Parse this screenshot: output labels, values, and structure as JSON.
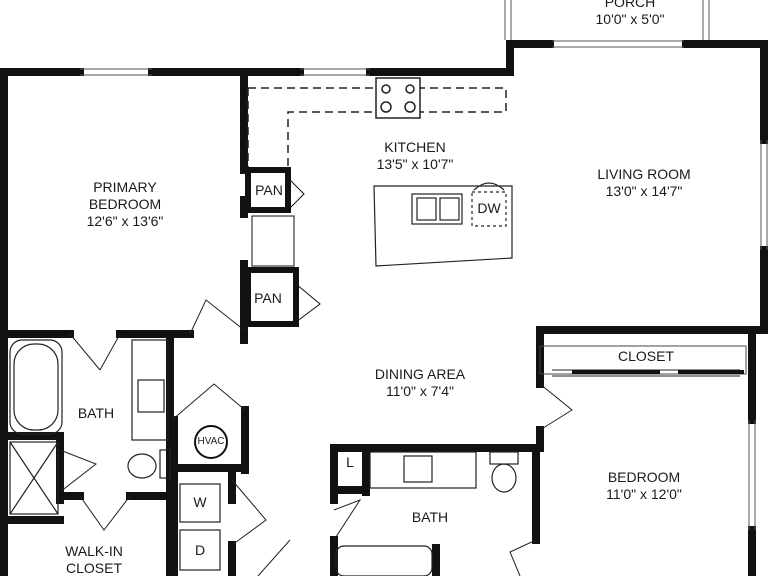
{
  "rooms": {
    "porch": {
      "name": "PORCH",
      "dims": "10'0\" x 5'0\""
    },
    "primary": {
      "name1": "PRIMARY",
      "name2": "BEDROOM",
      "dims": "12'6\" x 13'6\""
    },
    "kitchen": {
      "name": "KITCHEN",
      "dims": "13'5\" x 10'7\""
    },
    "living": {
      "name": "LIVING ROOM",
      "dims": "13'0\" x 14'7\""
    },
    "dining": {
      "name": "DINING AREA",
      "dims": "11'0\" x 7'4\""
    },
    "bedroom": {
      "name": "BEDROOM",
      "dims": "11'0\" x 12'0\""
    },
    "bath_primary": {
      "name": "BATH"
    },
    "bath_second": {
      "name": "BATH"
    },
    "closet": {
      "name": "CLOSET"
    },
    "walkin": {
      "name1": "WALK-IN",
      "name2": "CLOSET"
    }
  },
  "fixtures": {
    "pantry_upper": "PAN",
    "pantry_lower": "PAN",
    "dishwasher": "DW",
    "hvac": "HVAC",
    "washer": "W",
    "dryer": "D",
    "linen": "L"
  }
}
